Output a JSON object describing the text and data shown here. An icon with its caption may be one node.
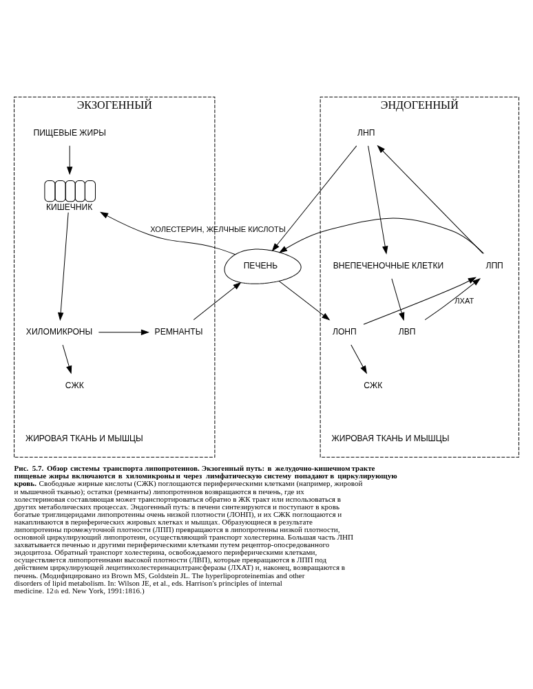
{
  "diagram": {
    "caption": "**Рис. 5.7. Обзор системы транспорта липопротеинов. Экзогенный путь: в желудочно-кишечном тракте пищевые жиры включаются в хиломикроны и через лимфатическую систему попадают в циркулирующую кровь.** Свободные жирные кислоты (СЖК) поглощаются периферическими клетками (например, жировой и мышечной тканью); остатки (ремнанты) липопротеинов возвращаются в печень, где их холестериновая составляющая может транспортироваться обратно в ЖК тракт или использоваться в других метаболических процессах. Эндогенный путь: в печени синтезируются и поступают в кровь богатые триглицеридами липопротеины очень низкой плотности (ЛОНП), и их СЖК поглощаются и накапливаются в периферических жировых клетках и мышцах. Образующиеся в результате липопротеины промежуточной плотности (ЛПП) превращаются в липопротеины низкой плотности, основной циркулирующий липопротеин, осуществляющий транспорт холестерина. Большая часть ЛНП захватывается печенью и другими периферическими клетками путем рецептор-опосредованного эндоцитоза. Обратный транспорт холестерина, освобождаемого периферическими клетками, осуществляется липопротеинами высокой плотности (ЛВП), которые превращаются в ЛПП под действием циркулирующей лецитинхолестеринацилтрансферазы (ЛХАТ) и, наконец, возвращаются в печень. (Модифицировано из Brown MS, Goldstein JL. The hyperlipoproteinemias and other disorders of lipid metabolism. In: Wilson JE, et al., eds. Harrison's principles of internal medicine. 12$^{th}$ ed. New York, 1991:1816.)",
    "nodes": [
      {
        "text": [
          "ЭКЗОГЕННЫЙ"
        ]
      },
      {
        "text": [
          "ЭНДОГЕННЫЙ"
        ]
      },
      {
        "text": [
          "ПИЩЕВЫЕ ЖИРЫ"
        ],
        "in": 0
      },
      {
        "text": [
          "КИШЕЧНИК"
        ],
        "in": 0
      },
      {
        "text": [
          "ХИЛОМИКРОНЫ"
        ],
        "in": 0
      },
      {
        "text": [
          "РЕМНАНТЫ"
        ],
        "in": 0
      },
      {
        "text": [
          "СЖК"
        ],
        "in": 0
      },
      {
        "text": [
          "ПЕЧЕНЬ"
        ]
      },
      {
        "text": [
          "ЛНП"
        ],
        "in": 1
      },
      {
        "text": [
          "ЛПП"
        ],
        "in": 1
      },
      {
        "text": [
          "ВНЕПЕЧЕНОЧНЫЕ КЛЕТКИ"
        ],
        "in": 1
      },
      {
        "text": [
          "ЛОНП"
        ],
        "in": 1
      },
      {
        "text": [
          "ЛВП"
        ],
        "in": 1
      },
      {
        "text": [
          "СЖК"
        ],
        "in": 1
      }
    ],
    "edges": [
      {
        "from": 2,
        "to": 3,
        "arrow": "to"
      },
      {
        "from": 7,
        "to": 3,
        "arrow": "to",
        "label": "ХОЛЕСТЕРИН, ЖЕЛЧНЫЕ КИСЛОТЫ"
      },
      {
        "from": 3,
        "to": 4,
        "arrow": "to"
      },
      {
        "from": 4,
        "to": 5,
        "arrow": "to"
      },
      {
        "from": 4,
        "to": 6,
        "arrow": "to"
      },
      {
        "from": 5,
        "to": 7,
        "arrow": "to"
      },
      {
        "from": 8,
        "to": 7,
        "arrow": "to"
      },
      {
        "from": 8,
        "to": 10,
        "arrow": "to"
      },
      {
        "from": 9,
        "to": 8,
        "arrow": "to"
      },
      {
        "from": 9,
        "to": 7,
        "arrow": "to"
      },
      {
        "from": 7,
        "to": 11,
        "arrow": "to"
      },
      {
        "from": 11,
        "to": 9,
        "arrow": "to"
      },
      {
        "from": 11,
        "to": 13,
        "arrow": "to"
      },
      {
        "from": 12,
        "to": 9,
        "arrow": "to",
        "label": "ЛХАТ"
      },
      {
        "from": 10,
        "to": 12,
        "arrow": "to"
      }
    ],
    "labels": [
      "ЖИРОВАЯ ТКАНЬ И МЫШЦЫ",
      "ЖИРОВАЯ ТКАНЬ И МЫШЦЫ"
    ]
  }
}
